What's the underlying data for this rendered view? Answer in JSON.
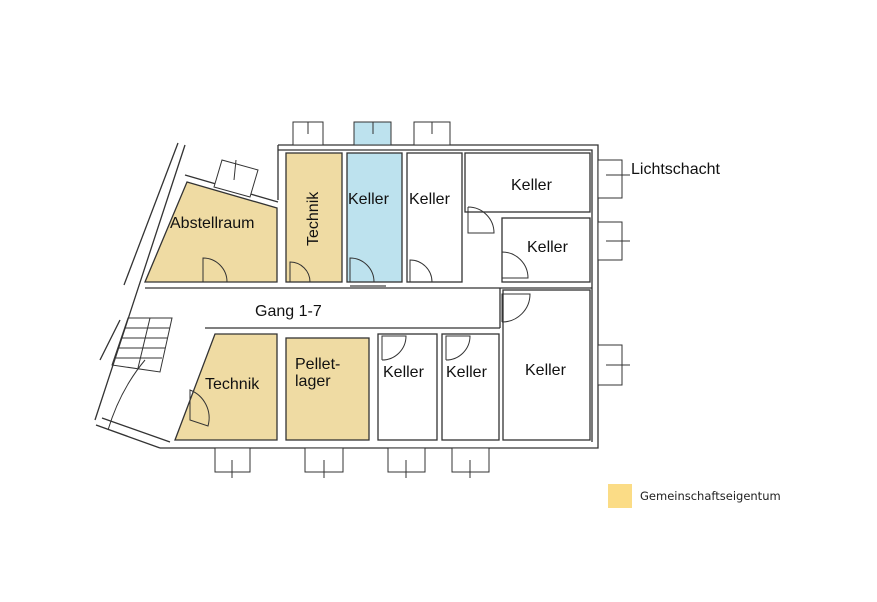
{
  "colors": {
    "common": "#efdba3",
    "highlight": "#bde2ee",
    "legend": "#fbdc86",
    "white": "#ffffff"
  },
  "rooms": {
    "abstellraum": "Abstellraum",
    "technik_top": "Technik",
    "keller_blue": "Keller",
    "keller_top2": "Keller",
    "keller_right_top": "Keller",
    "keller_right_mid": "Keller",
    "keller_right_bottom": "Keller",
    "technik_bottom": "Technik",
    "pellet_line1": "Pellet-",
    "pellet_line2": "lager",
    "keller_bottom1": "Keller",
    "keller_bottom2": "Keller",
    "corridor": "Gang 1-7"
  },
  "annotations": {
    "lichtschacht": "Lichtschacht"
  },
  "legend": {
    "label": "Gemeinschaftseigentum"
  }
}
